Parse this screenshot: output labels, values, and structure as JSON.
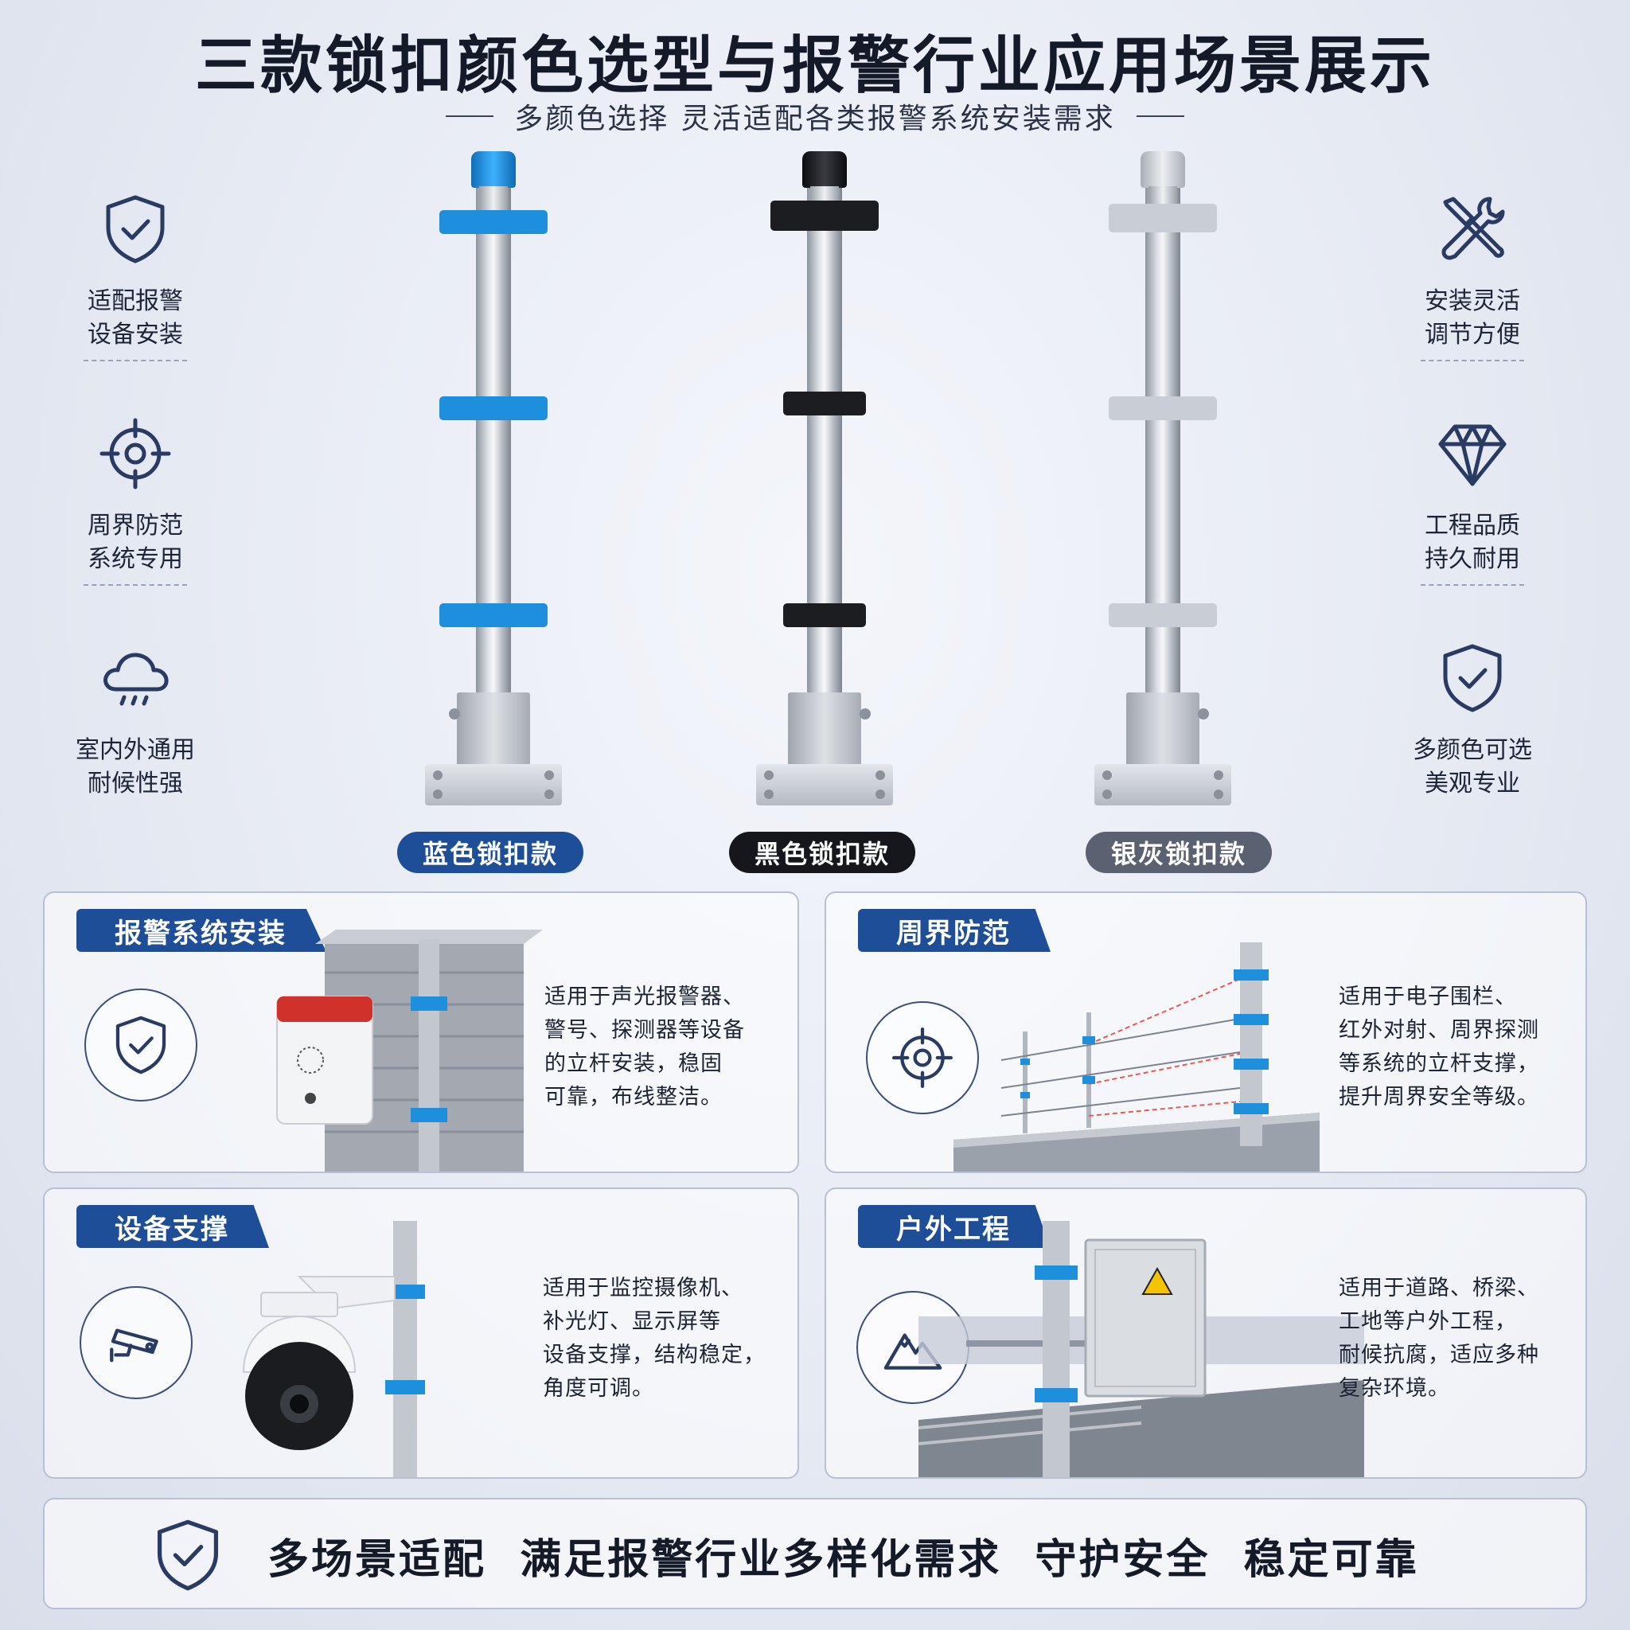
{
  "header": {
    "title": "三款锁扣颜色选型与报警行业应用场景展示",
    "subtitle": "多颜色选择  灵活适配各类报警系统安装需求"
  },
  "left_features": [
    {
      "icon": "shield-check-icon",
      "line1": "适配报警",
      "line2": "设备安装"
    },
    {
      "icon": "target-icon",
      "line1": "周界防范",
      "line2": "系统专用"
    },
    {
      "icon": "cloud-rain-icon",
      "line1": "室内外通用",
      "line2": "耐候性强"
    }
  ],
  "right_features": [
    {
      "icon": "tools-icon",
      "line1": "安装灵活",
      "line2": "调节方便"
    },
    {
      "icon": "diamond-icon",
      "line1": "工程品质",
      "line2": "持久耐用"
    },
    {
      "icon": "shield-check-icon",
      "line1": "多颜色可选",
      "line2": "美观专业"
    }
  ],
  "poles": [
    {
      "label": "蓝色锁扣款",
      "clamp_color": "#1e8fdc",
      "label_bg": "#1f4e99"
    },
    {
      "label": "黑色锁扣款",
      "clamp_color": "#1c1d21",
      "label_bg": "#15171c"
    },
    {
      "label": "银灰锁扣款",
      "clamp_color": "#c9ced6",
      "label_bg": "#5a6170"
    }
  ],
  "panels": [
    {
      "tag": "报警系统安装",
      "icon": "shield-check-icon",
      "text": [
        "适用于声光报警器、",
        "警号、探测器等设备",
        "的立杆安装，稳固",
        "可靠，布线整洁。"
      ]
    },
    {
      "tag": "周界防范",
      "icon": "target-icon",
      "text": [
        "适用于电子围栏、",
        "红外对射、周界探测",
        "等系统的立杆支撑，",
        "提升周界安全等级。"
      ]
    },
    {
      "tag": "设备支撑",
      "icon": "cctv-camera-icon",
      "text": [
        "适用于监控摄像机、",
        "补光灯、显示屏等",
        "设备支撑，结构稳定，",
        "角度可调。"
      ]
    },
    {
      "tag": "户外工程",
      "icon": "mountain-icon",
      "text": [
        "适用于道路、桥梁、",
        "工地等户外工程，",
        "耐候抗腐，适应多种",
        "复杂环境。"
      ]
    }
  ],
  "footer": {
    "icon": "shield-check-icon",
    "text": "多场景适配  满足报警行业多样化需求  守护安全  稳定可靠"
  },
  "colors": {
    "accent": "#1f4e99",
    "icon_stroke": "#2a3b63"
  }
}
